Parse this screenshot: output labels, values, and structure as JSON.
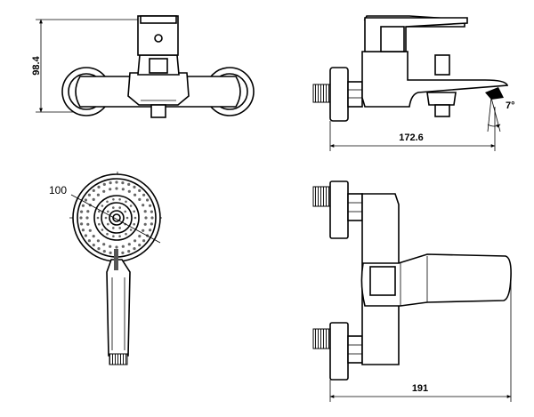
{
  "dimensions": {
    "front_height": "98.4",
    "side_depth": "172.6",
    "spout_angle": "7°",
    "top_width": "191",
    "shower_head_diameter": "100"
  }
}
